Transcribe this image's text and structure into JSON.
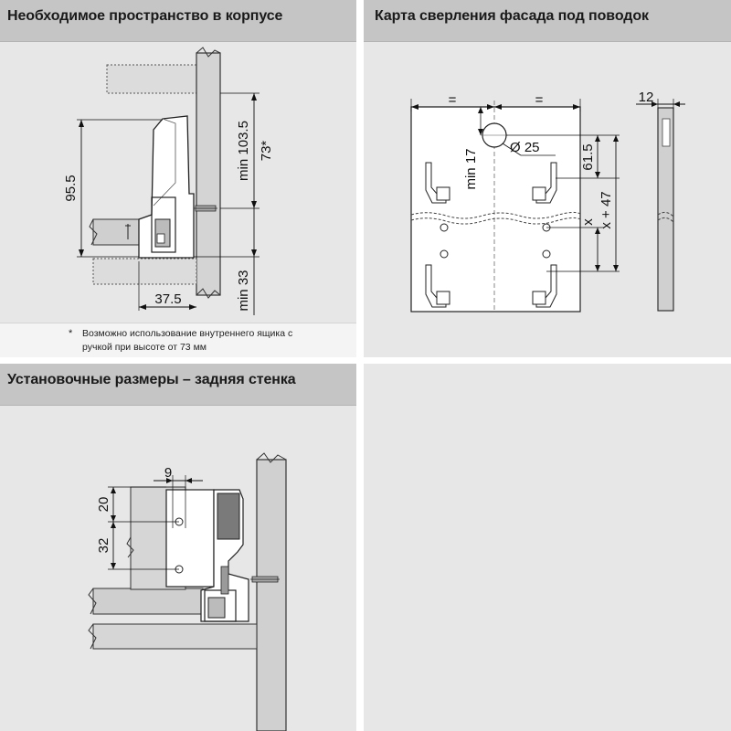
{
  "panels": {
    "cabinet_space": {
      "title": "Необходимое пространство в корпусе",
      "dims": {
        "height": "95.5",
        "min_top": "min 103.5",
        "top_star": "73*",
        "depth": "37.5",
        "min_bottom": "min 33"
      },
      "footnote": {
        "star": "*",
        "line1": "Возможно использование внутреннего ящика с",
        "line2": "ручкой при высоте от 73 мм"
      }
    },
    "front_drilling": {
      "title": "Карта сверления фасада под поводок",
      "dims": {
        "eq_left": "=",
        "eq_right": "=",
        "min17": "min 17",
        "dia": "Ø 25",
        "d615": "61.5",
        "x": "x",
        "x47": "x + 47",
        "d12": "12"
      }
    },
    "back_wall": {
      "title": "Установочные размеры – задняя стенка",
      "dims": {
        "d9": "9",
        "d20": "20",
        "d32": "32"
      }
    },
    "empty": {}
  }
}
